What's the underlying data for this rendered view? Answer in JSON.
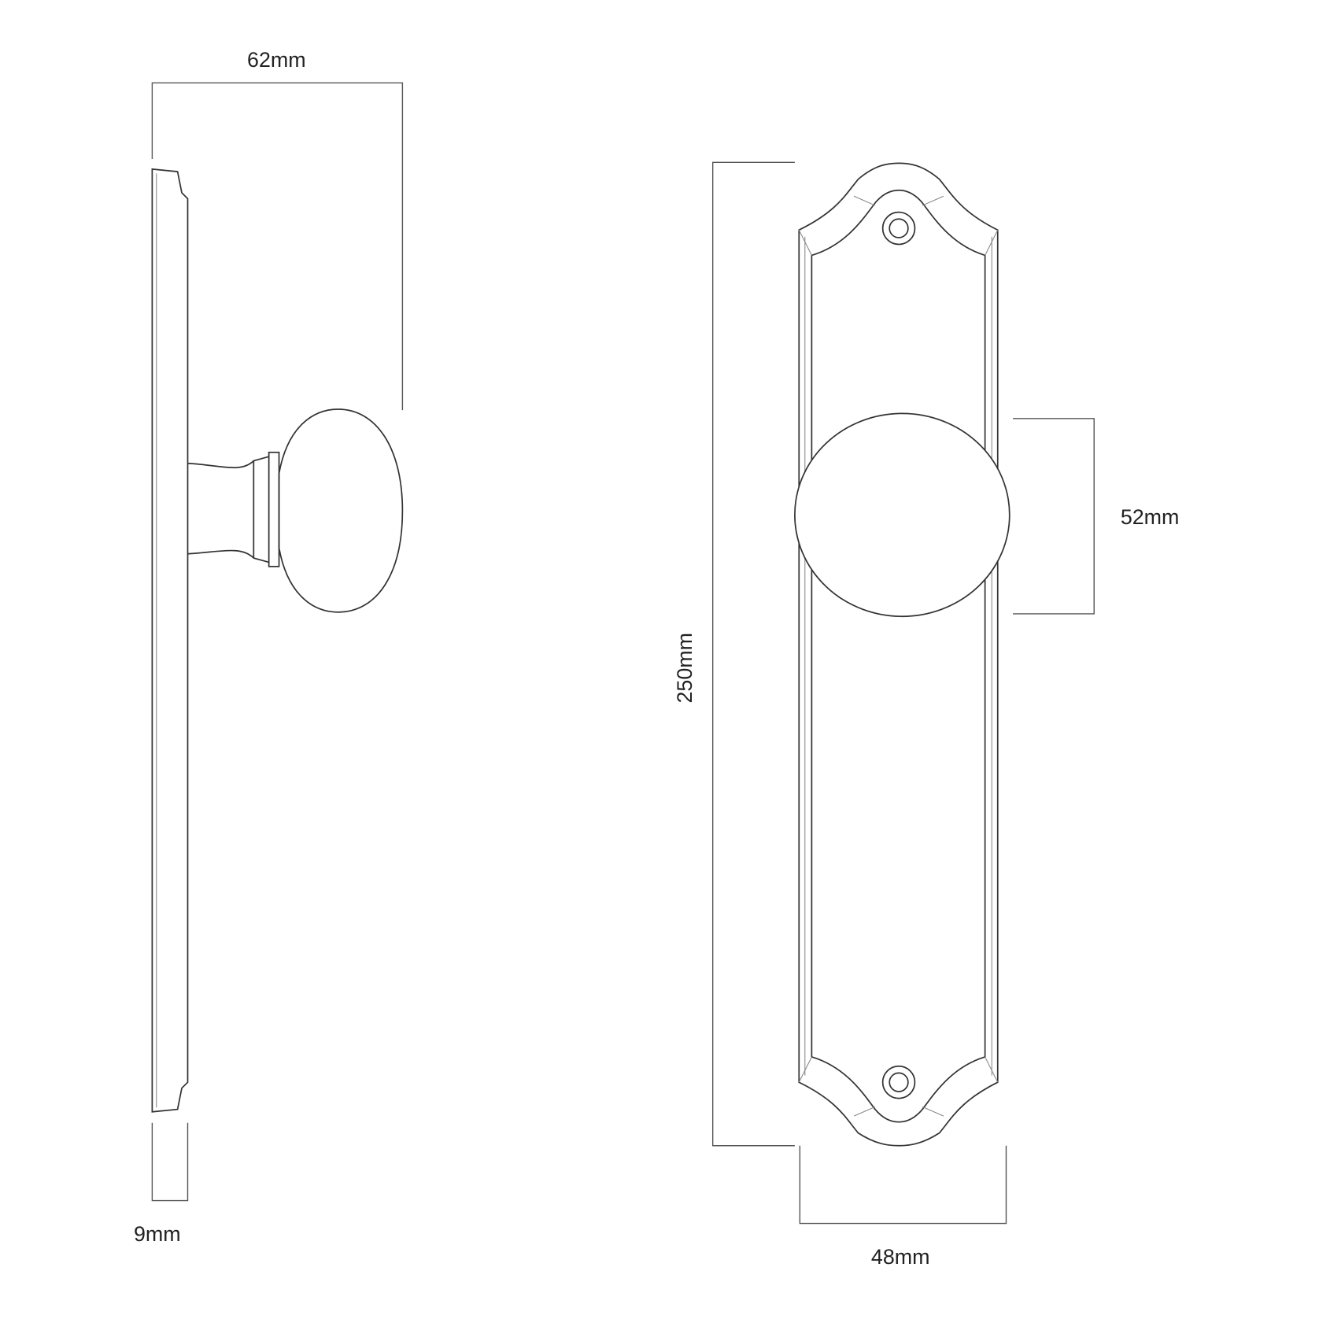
{
  "dimensions": {
    "knob_projection": "62mm",
    "plate_thickness": "9mm",
    "plate_height": "250mm",
    "knob_diameter": "52mm",
    "plate_width": "48mm"
  },
  "colors": {
    "line": "#333333",
    "dimension_line": "#555555",
    "background": "#ffffff"
  }
}
